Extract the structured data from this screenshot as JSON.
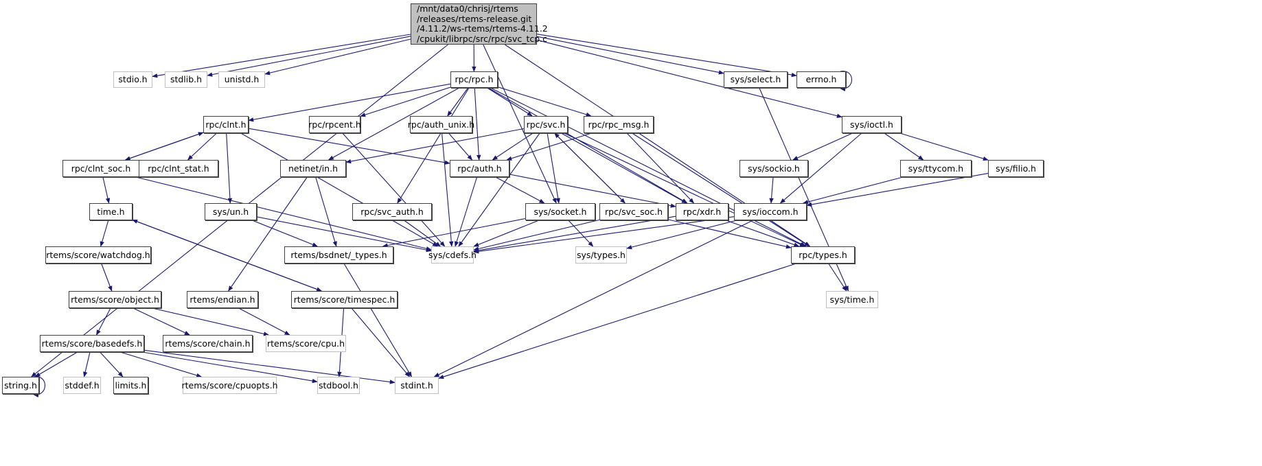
{
  "diagram": {
    "title": "Include dependency graph for svc_tcp.c",
    "colors": {
      "edge": "#191970",
      "root_fill": "#bfbfbf",
      "node_border": "#404040",
      "ext_border": "#bfbfbf"
    },
    "root": {
      "id": "svc_tcp",
      "lines": [
        "/mnt/data0/chrisj/rtems",
        "/releases/rtems-release.git",
        "/4.11.2/ws-rtems/rtems-4.11.2",
        "/cpukit/librpc/src/rpc/svc_tcp.c"
      ]
    },
    "nodes": [
      {
        "id": "stdio",
        "label": "stdio.h",
        "external": true
      },
      {
        "id": "stdlib",
        "label": "stdlib.h",
        "external": true
      },
      {
        "id": "unistd",
        "label": "unistd.h",
        "external": true
      },
      {
        "id": "rpc_rpc",
        "label": "rpc/rpc.h",
        "external": false
      },
      {
        "id": "sys_select",
        "label": "sys/select.h",
        "external": false
      },
      {
        "id": "errno",
        "label": "errno.h",
        "external": false
      },
      {
        "id": "rpc_clnt",
        "label": "rpc/clnt.h",
        "external": false
      },
      {
        "id": "rpc_rpcent",
        "label": "rpc/rpcent.h",
        "external": false
      },
      {
        "id": "rpc_auth_unix",
        "label": "rpc/auth_unix.h",
        "external": false
      },
      {
        "id": "rpc_svc",
        "label": "rpc/svc.h",
        "external": false
      },
      {
        "id": "rpc_rpc_msg",
        "label": "rpc/rpc_msg.h",
        "external": false
      },
      {
        "id": "sys_ioctl",
        "label": "sys/ioctl.h",
        "external": false
      },
      {
        "id": "rpc_clnt_soc",
        "label": "rpc/clnt_soc.h",
        "external": false
      },
      {
        "id": "rpc_clnt_stat",
        "label": "rpc/clnt_stat.h",
        "external": false
      },
      {
        "id": "netinet_in",
        "label": "netinet/in.h",
        "external": false
      },
      {
        "id": "rpc_auth",
        "label": "rpc/auth.h",
        "external": false
      },
      {
        "id": "sys_sockio",
        "label": "sys/sockio.h",
        "external": false
      },
      {
        "id": "sys_ttycom",
        "label": "sys/ttycom.h",
        "external": false
      },
      {
        "id": "sys_filio",
        "label": "sys/filio.h",
        "external": false
      },
      {
        "id": "time",
        "label": "time.h",
        "external": false
      },
      {
        "id": "sys_un",
        "label": "sys/un.h",
        "external": false
      },
      {
        "id": "rpc_svc_auth",
        "label": "rpc/svc_auth.h",
        "external": false
      },
      {
        "id": "sys_socket",
        "label": "sys/socket.h",
        "external": false
      },
      {
        "id": "rpc_svc_soc",
        "label": "rpc/svc_soc.h",
        "external": false
      },
      {
        "id": "rpc_xdr",
        "label": "rpc/xdr.h",
        "external": false
      },
      {
        "id": "sys_ioccom",
        "label": "sys/ioccom.h",
        "external": false
      },
      {
        "id": "rtems_watchdog",
        "label": "rtems/score/watchdog.h",
        "external": false
      },
      {
        "id": "rtems_bsdnet_types",
        "label": "rtems/bsdnet/_types.h",
        "external": false
      },
      {
        "id": "sys_cdefs",
        "label": "sys/cdefs.h",
        "external": true
      },
      {
        "id": "sys_types",
        "label": "sys/types.h",
        "external": true
      },
      {
        "id": "rpc_types",
        "label": "rpc/types.h",
        "external": false
      },
      {
        "id": "rtems_object",
        "label": "rtems/score/object.h",
        "external": false
      },
      {
        "id": "rtems_endian",
        "label": "rtems/endian.h",
        "external": false
      },
      {
        "id": "rtems_timespec",
        "label": "rtems/score/timespec.h",
        "external": false
      },
      {
        "id": "sys_time",
        "label": "sys/time.h",
        "external": true
      },
      {
        "id": "rtems_basedefs",
        "label": "rtems/score/basedefs.h",
        "external": false
      },
      {
        "id": "rtems_chain",
        "label": "rtems/score/chain.h",
        "external": false
      },
      {
        "id": "rtems_cpu",
        "label": "rtems/score/cpu.h",
        "external": true
      },
      {
        "id": "string",
        "label": "string.h",
        "external": false
      },
      {
        "id": "stddef",
        "label": "stddef.h",
        "external": true
      },
      {
        "id": "limits",
        "label": "limits.h",
        "external": false
      },
      {
        "id": "rtems_cpuopts",
        "label": "rtems/score/cpuopts.h",
        "external": true
      },
      {
        "id": "stdbool",
        "label": "stdbool.h",
        "external": true
      },
      {
        "id": "stdint",
        "label": "stdint.h",
        "external": true
      }
    ],
    "edges": [
      [
        "svc_tcp",
        "stdio"
      ],
      [
        "svc_tcp",
        "stdlib"
      ],
      [
        "svc_tcp",
        "unistd"
      ],
      [
        "svc_tcp",
        "string"
      ],
      [
        "svc_tcp",
        "rpc_rpc"
      ],
      [
        "svc_tcp",
        "sys_socket"
      ],
      [
        "svc_tcp",
        "sys_select"
      ],
      [
        "svc_tcp",
        "errno"
      ],
      [
        "svc_tcp",
        "sys_ioctl"
      ],
      [
        "svc_tcp",
        "rpc_types"
      ],
      [
        "errno",
        "errno"
      ],
      [
        "string",
        "string"
      ],
      [
        "rpc_rpc",
        "rpc_clnt"
      ],
      [
        "rpc_rpc",
        "rpc_rpcent"
      ],
      [
        "rpc_rpc",
        "rpc_auth_unix"
      ],
      [
        "rpc_rpc",
        "rpc_svc"
      ],
      [
        "rpc_rpc",
        "rpc_rpc_msg"
      ],
      [
        "rpc_rpc",
        "netinet_in"
      ],
      [
        "rpc_rpc",
        "rpc_svc_auth"
      ],
      [
        "rpc_rpc",
        "rpc_auth"
      ],
      [
        "rpc_rpc",
        "rpc_xdr"
      ],
      [
        "rpc_rpc",
        "rpc_types"
      ],
      [
        "rpc_clnt",
        "rpc_clnt_soc"
      ],
      [
        "rpc_clnt",
        "rpc_clnt_stat"
      ],
      [
        "rpc_clnt",
        "sys_un"
      ],
      [
        "rpc_clnt",
        "rpc_auth"
      ],
      [
        "rpc_clnt",
        "sys_cdefs"
      ],
      [
        "rpc_clnt_soc",
        "rpc_clnt"
      ],
      [
        "rpc_clnt_soc",
        "time"
      ],
      [
        "rpc_clnt_soc",
        "sys_cdefs"
      ],
      [
        "rpc_rpcent",
        "sys_cdefs"
      ],
      [
        "rpc_auth_unix",
        "rpc_auth"
      ],
      [
        "rpc_auth_unix",
        "sys_cdefs"
      ],
      [
        "rpc_svc",
        "netinet_in"
      ],
      [
        "rpc_svc",
        "rpc_auth"
      ],
      [
        "rpc_svc",
        "sys_socket"
      ],
      [
        "rpc_svc",
        "rpc_svc_soc"
      ],
      [
        "rpc_svc",
        "rpc_xdr"
      ],
      [
        "rpc_svc",
        "sys_cdefs"
      ],
      [
        "rpc_svc",
        "rpc_types"
      ],
      [
        "rpc_svc_soc",
        "rpc_svc"
      ],
      [
        "rpc_svc_soc",
        "sys_cdefs"
      ],
      [
        "rpc_svc_soc",
        "rpc_types"
      ],
      [
        "rpc_rpc_msg",
        "rpc_auth"
      ],
      [
        "rpc_rpc_msg",
        "rpc_xdr"
      ],
      [
        "rpc_rpc_msg",
        "rpc_types"
      ],
      [
        "rpc_auth",
        "sys_socket"
      ],
      [
        "rpc_auth",
        "rpc_xdr"
      ],
      [
        "rpc_auth",
        "sys_cdefs"
      ],
      [
        "rpc_xdr",
        "sys_cdefs"
      ],
      [
        "rpc_xdr",
        "rpc_types"
      ],
      [
        "netinet_in",
        "rtems_bsdnet_types"
      ],
      [
        "netinet_in",
        "rtems_endian"
      ],
      [
        "sys_un",
        "rtems_bsdnet_types"
      ],
      [
        "sys_un",
        "sys_cdefs"
      ],
      [
        "rpc_svc_auth",
        "sys_cdefs"
      ],
      [
        "sys_socket",
        "rtems_bsdnet_types"
      ],
      [
        "sys_socket",
        "sys_cdefs"
      ],
      [
        "sys_socket",
        "sys_types"
      ],
      [
        "sys_ioctl",
        "sys_sockio"
      ],
      [
        "sys_ioctl",
        "sys_ttycom"
      ],
      [
        "sys_ioctl",
        "sys_filio"
      ],
      [
        "sys_ioctl",
        "sys_ioccom"
      ],
      [
        "sys_sockio",
        "sys_ioccom"
      ],
      [
        "sys_ttycom",
        "sys_ioccom"
      ],
      [
        "sys_filio",
        "sys_ioccom"
      ],
      [
        "sys_ioccom",
        "sys_cdefs"
      ],
      [
        "sys_ioccom",
        "sys_types"
      ],
      [
        "sys_ioccom",
        "stdint"
      ],
      [
        "sys_select",
        "sys_time"
      ],
      [
        "time",
        "rtems_watchdog"
      ],
      [
        "time",
        "rtems_timespec"
      ],
      [
        "rtems_timespec",
        "time"
      ],
      [
        "rtems_watchdog",
        "rtems_object"
      ],
      [
        "rtems_object",
        "rtems_basedefs"
      ],
      [
        "rtems_object",
        "rtems_chain"
      ],
      [
        "rtems_object",
        "rtems_cpu"
      ],
      [
        "rtems_endian",
        "rtems_cpu"
      ],
      [
        "rtems_timespec",
        "stdbool"
      ],
      [
        "rtems_timespec",
        "stdint"
      ],
      [
        "rtems_bsdnet_types",
        "stdint"
      ],
      [
        "rtems_basedefs",
        "string"
      ],
      [
        "rtems_basedefs",
        "stddef"
      ],
      [
        "rtems_basedefs",
        "limits"
      ],
      [
        "rtems_basedefs",
        "rtems_cpuopts"
      ],
      [
        "rtems_basedefs",
        "stdbool"
      ],
      [
        "rtems_basedefs",
        "stdint"
      ],
      [
        "rpc_types",
        "sys_time"
      ],
      [
        "rpc_types",
        "stdint"
      ]
    ]
  }
}
